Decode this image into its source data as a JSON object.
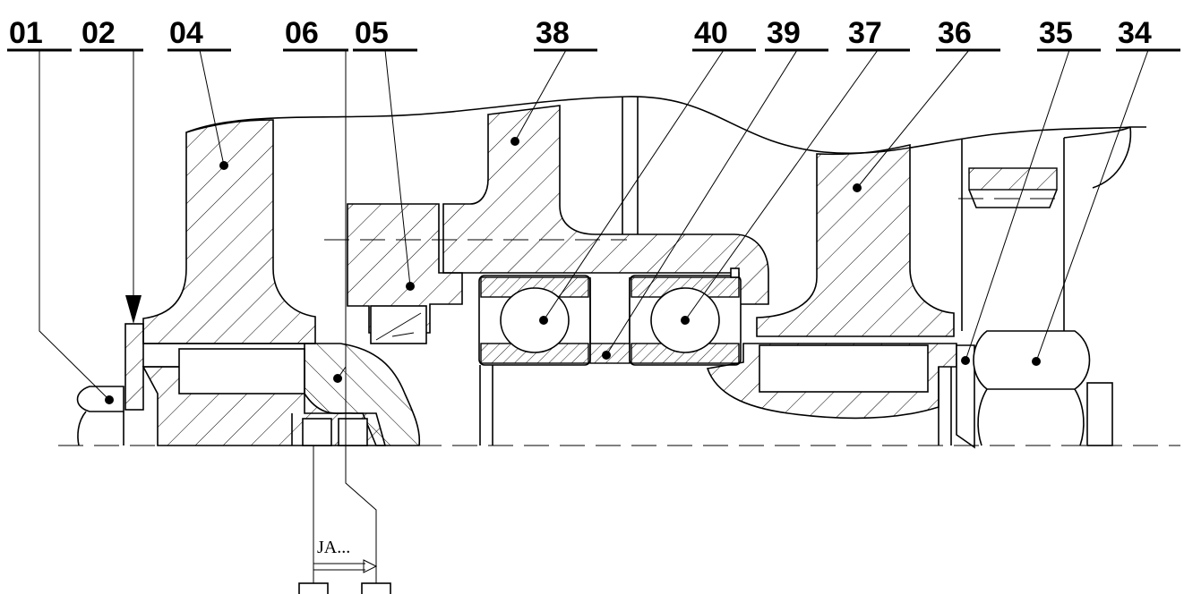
{
  "part_labels": [
    "01",
    "02",
    "04",
    "06",
    "05",
    "38",
    "40",
    "39",
    "37",
    "36",
    "35",
    "34"
  ],
  "dimension_label": "JA...",
  "colors": {
    "line": "#000000",
    "background": "#ffffff"
  }
}
